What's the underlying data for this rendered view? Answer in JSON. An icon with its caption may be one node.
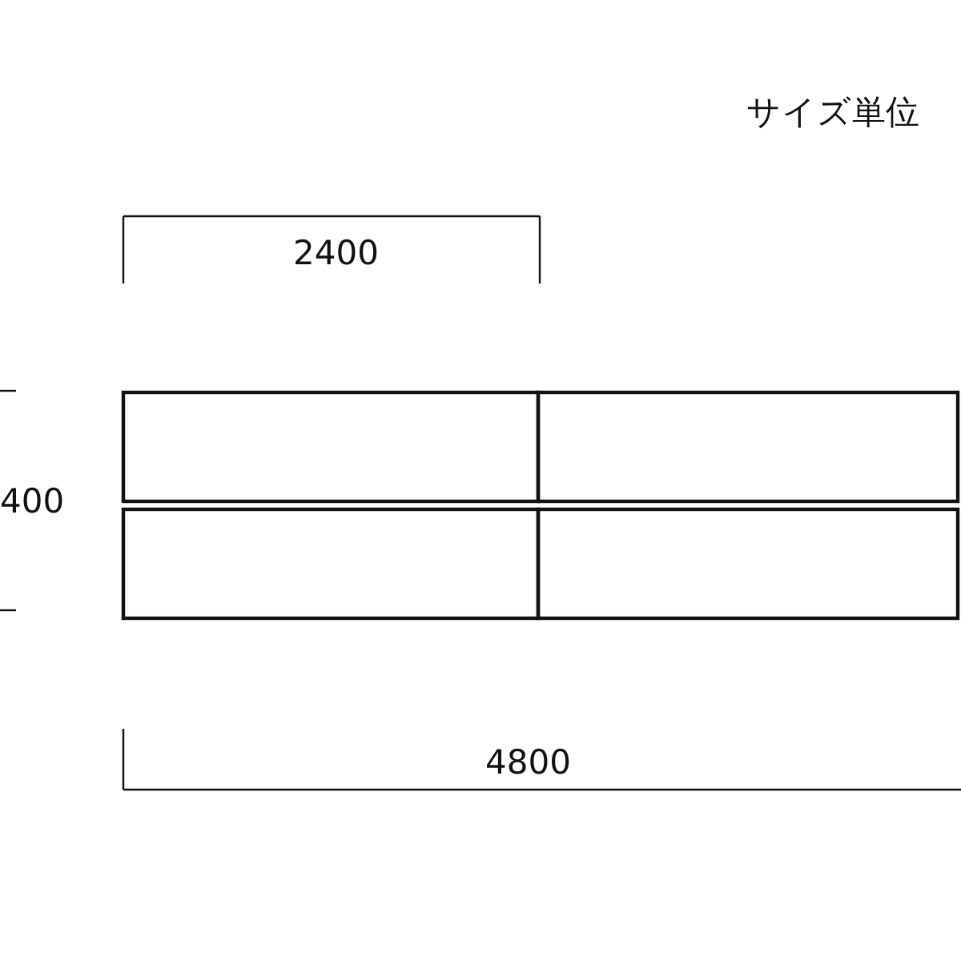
{
  "diagram": {
    "labels": [
      "サイズ単位",
      "2400",
      "400",
      "4800"
    ]
  }
}
